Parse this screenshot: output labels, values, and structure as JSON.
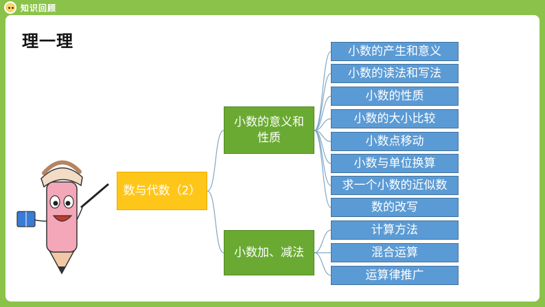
{
  "header": {
    "title": "知识回顾"
  },
  "slide": {
    "title": "理一理"
  },
  "diagram": {
    "root": {
      "label": "数与代数（2）"
    },
    "branches": [
      {
        "label": "小数的意义和性质",
        "leaves": [
          "小数的产生和意义",
          "小数的读法和写法",
          "小数的性质",
          "小数的大小比较",
          "小数点移动",
          "小数与单位换算",
          "求一个小数的近似数",
          "数的改写"
        ]
      },
      {
        "label": "小数加、减法",
        "leaves": [
          "计算方法",
          "混合运算",
          "运算律推广"
        ]
      }
    ]
  },
  "colors": {
    "background": "#8bc34a",
    "root": "#ffc61a",
    "branch": "#6aaa32",
    "leaf": "#5b9bd5",
    "connector": "#7fa7c7"
  },
  "icons": {
    "header": "mascot-face-icon",
    "illustration": "pencil-teacher-mascot"
  }
}
